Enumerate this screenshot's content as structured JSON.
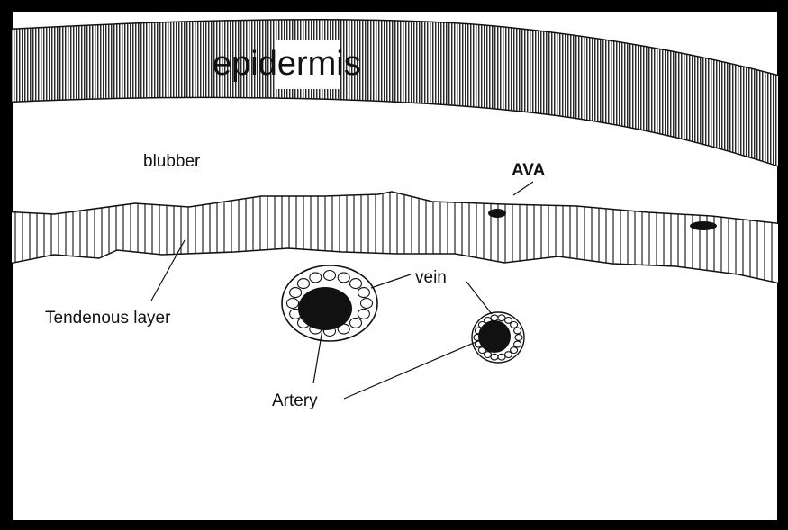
{
  "diagram": {
    "labels": {
      "epidermis": "epidermis",
      "blubber": "blubber",
      "ava": "AVA",
      "tendenous_layer": "Tendenous layer",
      "vein": "vein",
      "artery": "Artery"
    },
    "colors": {
      "frame": "#000000",
      "background": "#ffffff",
      "ink": "#111111"
    }
  }
}
